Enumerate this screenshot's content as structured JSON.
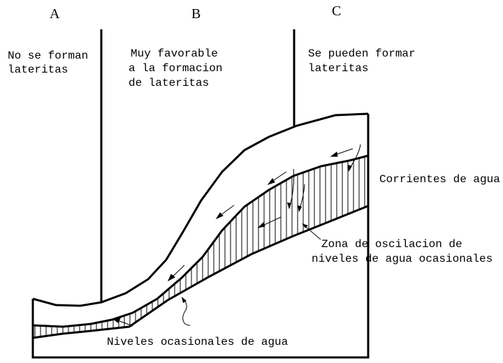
{
  "zones": [
    {
      "letter": "A",
      "desc": [
        "No se forman",
        "lateritas"
      ]
    },
    {
      "letter": "B",
      "desc": [
        "Muy favorable",
        "a la formacion",
        "de lateritas"
      ]
    },
    {
      "letter": "C",
      "desc": [
        "Se pueden formar",
        "lateritas"
      ]
    }
  ],
  "labels": {
    "currents": "Corrientes de agua",
    "oscillation": [
      "Zona de oscilacion de",
      "niveles de agua ocasionales"
    ],
    "occasional": "Niveles ocasionales de agua"
  },
  "colors": {
    "ink": "#000000",
    "background": "#ffffff"
  }
}
